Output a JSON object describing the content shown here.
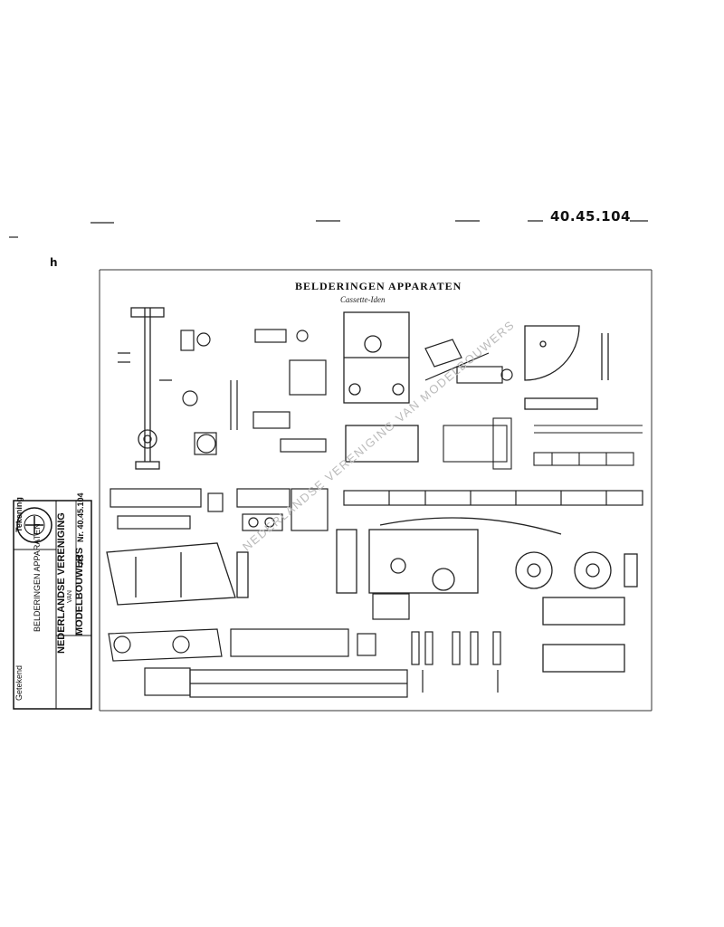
{
  "header": {
    "drawing_number": "40.45.104",
    "corner_mark": "h"
  },
  "drawing": {
    "main_title": "BELDERINGEN APPARATEN",
    "subtitle": "Cassette-Iden"
  },
  "title_block": {
    "heading": "Tekening",
    "drawing_title": "BELDERINGEN APPARATEN",
    "drawn_by_label": "Getekend",
    "org_line1": "NEDERLANDSE VERENIGING",
    "org_line2": "VAN",
    "org_line3": "MODELBOUWERS",
    "format_label": "A3",
    "number_label": "Nr. 40.45.104"
  },
  "watermark": {
    "text": "NEDERLANDSE VERENIGING VAN MODELBOUWERS"
  }
}
